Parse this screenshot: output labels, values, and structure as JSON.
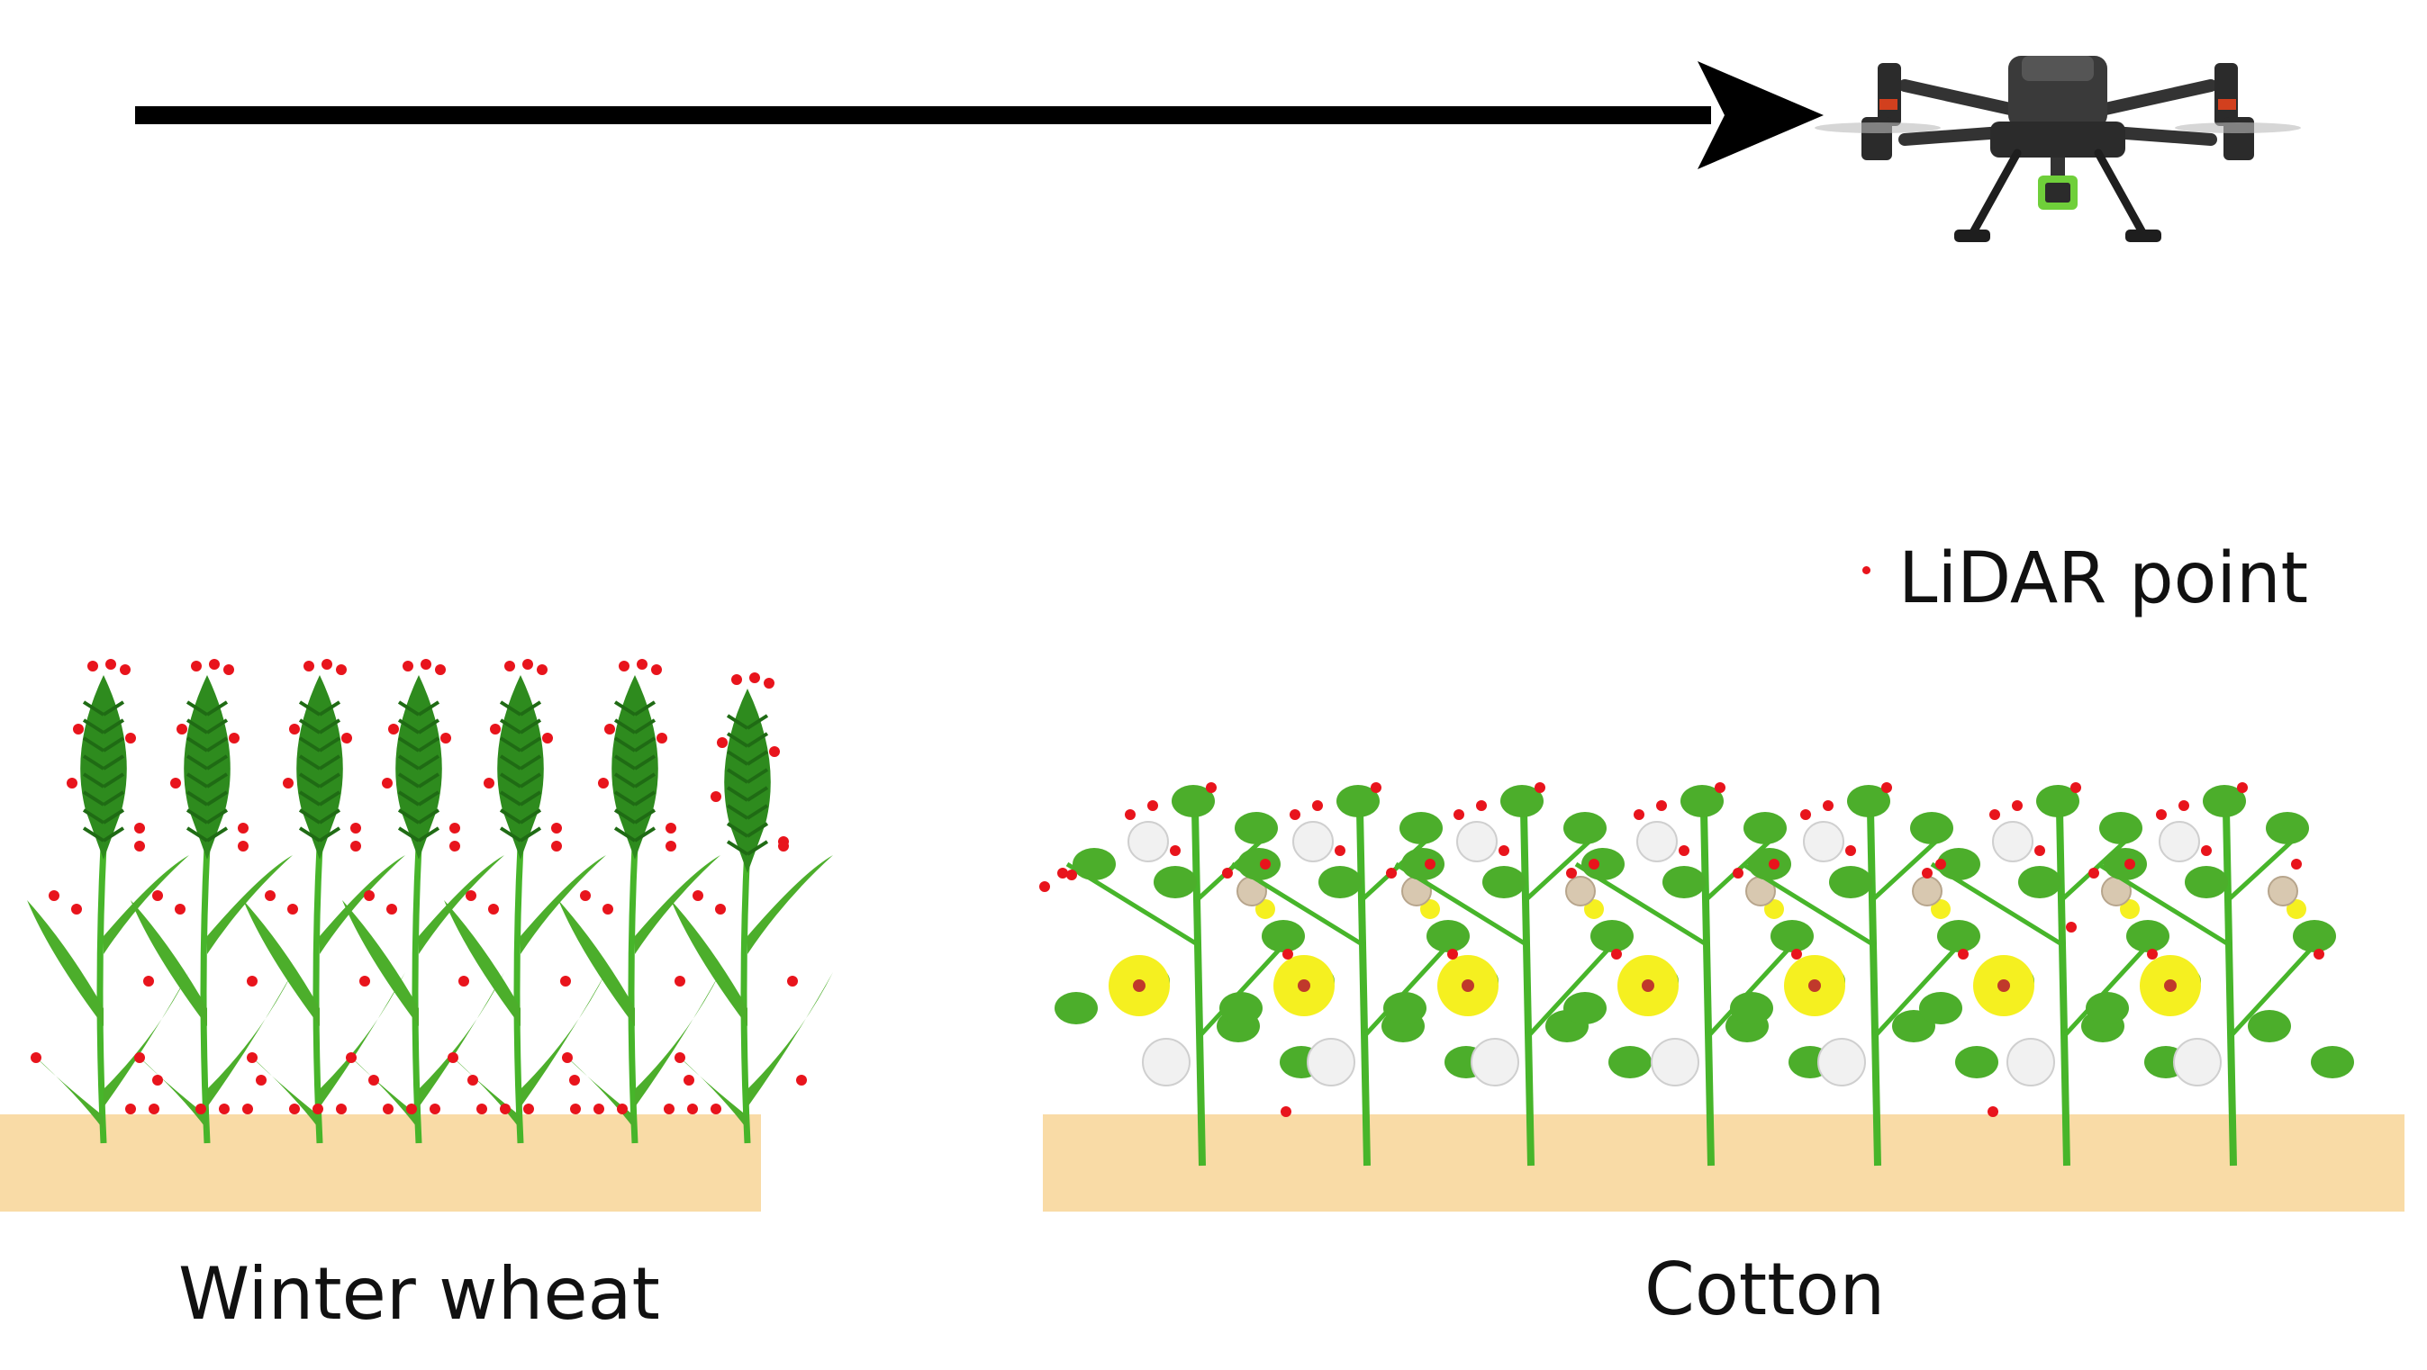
{
  "legend": {
    "label": "LiDAR point",
    "marker_color": "#e8141c"
  },
  "crops": [
    {
      "label": "Winter wheat"
    },
    {
      "label": "Cotton"
    }
  ],
  "colors": {
    "soil": "#f9dba6",
    "lidar_point": "#e8141c",
    "wheat_green": "#2e8b1e",
    "stem_green": "#47b52a",
    "leaf_green": "#4cae2b",
    "cotton_flower": "#f5f020",
    "flower_center": "#c0392b",
    "cotton_boll": "#f1f1f1",
    "drone_body": "#2b2b2b",
    "arrow": "#000000"
  },
  "icons": {
    "drone": "uav-drone-icon",
    "arrow": "flight-direction-arrow",
    "wheat": "wheat-plant-icon",
    "cotton": "cotton-plant-icon"
  }
}
